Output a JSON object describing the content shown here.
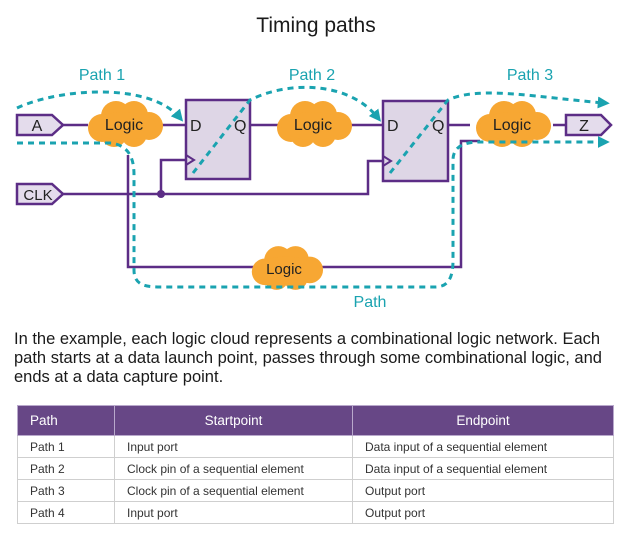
{
  "title": "Timing paths",
  "diagram": {
    "path_labels": [
      "Path 1",
      "Path 2",
      "Path 3",
      "Path"
    ],
    "ports": {
      "input_a": "A",
      "input_clk": "CLK",
      "output_z": "Z"
    },
    "logic_label": "Logic",
    "flipflop_pins": {
      "d": "D",
      "q": "Q"
    },
    "colors": {
      "wire": "#5c2d86",
      "port_fill": "#e4dcec",
      "flop_fill": "#ded6e6",
      "cloud": "#f7a733",
      "path_dash": "#1aa3b0"
    }
  },
  "description": "In the example, each logic cloud represents a combinational logic network. Each path starts at a data launch point, passes through some combinational logic, and ends at a data capture point.",
  "table": {
    "headers": [
      "Path",
      "Startpoint",
      "Endpoint"
    ],
    "rows": [
      [
        "Path 1",
        "Input port",
        "Data input of a sequential element"
      ],
      [
        "Path 2",
        "Clock pin of a sequential element",
        "Data input of a sequential element"
      ],
      [
        "Path 3",
        "Clock pin of a sequential element",
        "Output port"
      ],
      [
        "Path 4",
        "Input port",
        "Output port"
      ]
    ]
  }
}
